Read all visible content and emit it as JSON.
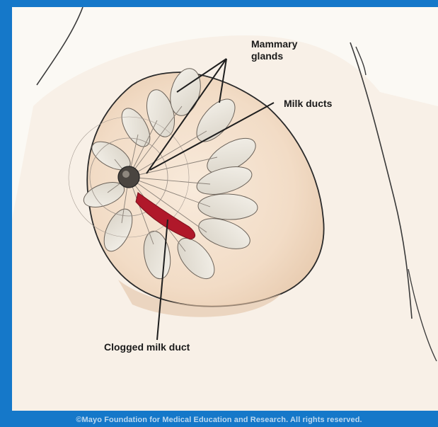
{
  "labels": {
    "mammary_glands": "Mammary\nglands",
    "milk_ducts": "Milk ducts",
    "clogged_milk_duct": "Clogged milk duct"
  },
  "copyright": "©Mayo Foundation for Medical Education and Research.  All rights reserved.",
  "colors": {
    "background_blue": "#1578c9",
    "panel": "#fbf9f4",
    "skin": "#f3dfc9",
    "clog_red": "#b0182a",
    "line": "#2a2a2a"
  }
}
